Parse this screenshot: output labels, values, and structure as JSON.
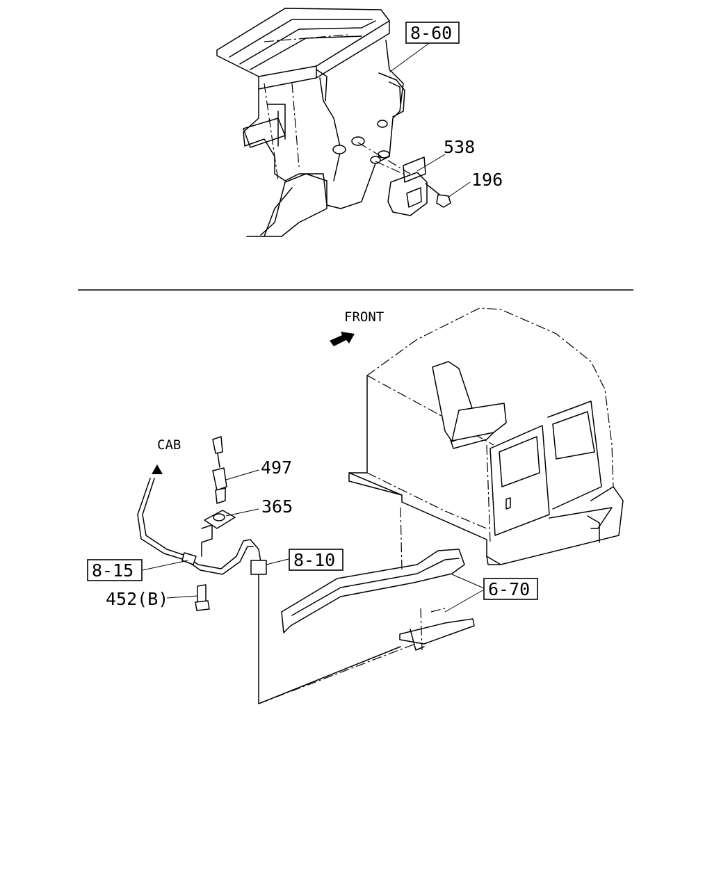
{
  "callouts": {
    "ref_8_60": "8-60",
    "part_538": "538",
    "part_196": "196",
    "front": "FRONT",
    "cab": "CAB",
    "part_497": "497",
    "part_365": "365",
    "ref_8_15": "8-15",
    "ref_8_10": "8-10",
    "part_452b": "452(B)",
    "ref_6_70": "6-70"
  }
}
